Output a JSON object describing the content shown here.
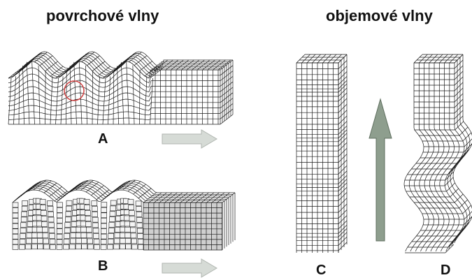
{
  "headings": {
    "surface": "povrchové vlny",
    "body": "objemové vlny"
  },
  "panels": {
    "a": "A",
    "b": "B",
    "c": "C",
    "d": "D"
  },
  "colors": {
    "grid_line": "#1a1a1a",
    "block_fill": "#f4f4f4",
    "block_shade": "#cfcfcf",
    "arrow_fill": "#c8cfc8",
    "arrow_up_fill": "#8a9a8a",
    "particle_circle": "#d04040"
  }
}
